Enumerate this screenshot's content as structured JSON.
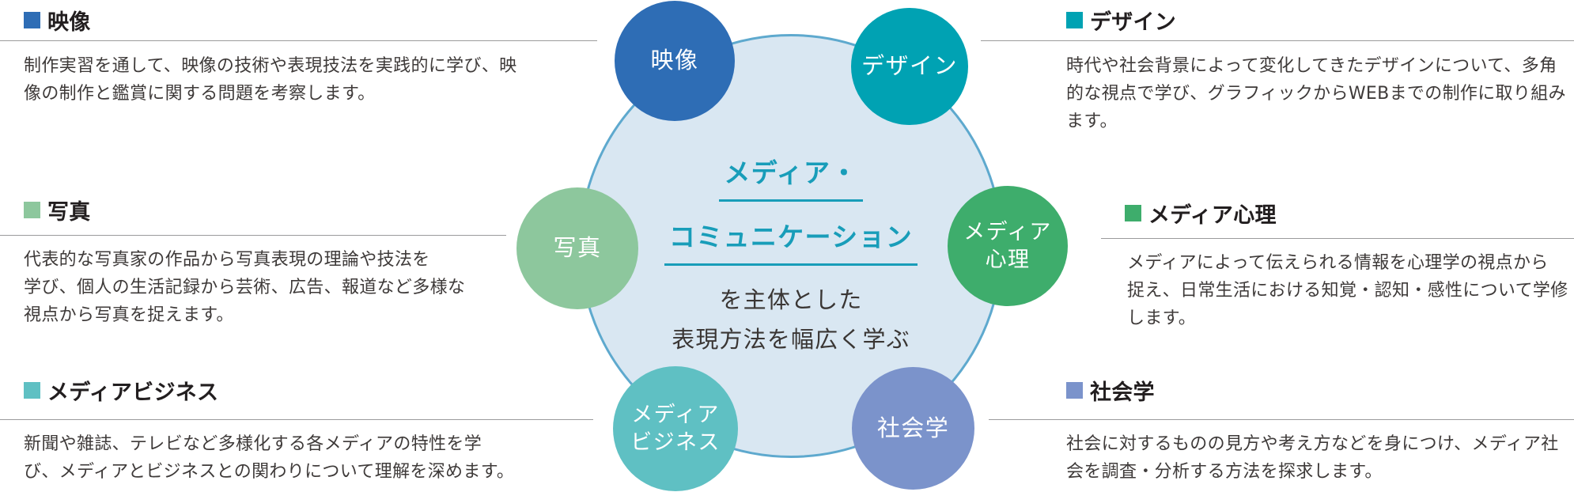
{
  "center": {
    "title_lines": [
      "メディア・",
      "コミュニケーション"
    ],
    "subtitle_lines": [
      "を主体とした",
      "表現方法を幅広く学ぶ"
    ],
    "accent_color": "#189db9",
    "circle_fill": "#d9e7f2",
    "circle_border": "#5ea9ce"
  },
  "nodes": {
    "eizo": {
      "label": "映像",
      "color": "#2e6db5"
    },
    "design": {
      "label": "デザイン",
      "color": "#00a2b3"
    },
    "shashin": {
      "label": "写真",
      "color": "#8dc79d"
    },
    "psych": {
      "label": "メディア\n心理",
      "color": "#3ead6c"
    },
    "business": {
      "label": "メディア\nビジネス",
      "color": "#5fc0c3"
    },
    "soc": {
      "label": "社会学",
      "color": "#7b93cb"
    }
  },
  "sections": {
    "eizo": {
      "title": "映像",
      "color": "#2e6db5",
      "body": "制作実習を通して、映像の技術や表現技法を実践的に学び、映\n像の制作と鑑賞に関する問題を考察します。"
    },
    "shashin": {
      "title": "写真",
      "color": "#8dc79d",
      "body": "代表的な写真家の作品から写真表現の理論や技法を\n学び、個人の生活記録から芸術、広告、報道など多様な\n視点から写真を捉えます。"
    },
    "business": {
      "title": "メディアビジネス",
      "color": "#5fc0c3",
      "body": "新聞や雑誌、テレビなど多様化する各メディアの特性を学\nび、メディアとビジネスとの関わりについて理解を深めます。"
    },
    "design": {
      "title": "デザイン",
      "color": "#00a2b3",
      "body": "時代や社会背景によって変化してきたデザインについて、多角\n的な視点で学び、グラフィックからWEBまでの制作に取り組み\nます。"
    },
    "psych": {
      "title": "メディア心理",
      "color": "#3ead6c",
      "body": "メディアによって伝えられる情報を心理学の視点から\n捉え、日常生活における知覚・認知・感性について学修\nします。"
    },
    "soc": {
      "title": "社会学",
      "color": "#7b93cb",
      "body": "社会に対するものの見方や考え方などを身につけ、メディア社\n会を調査・分析する方法を探求します。"
    }
  }
}
